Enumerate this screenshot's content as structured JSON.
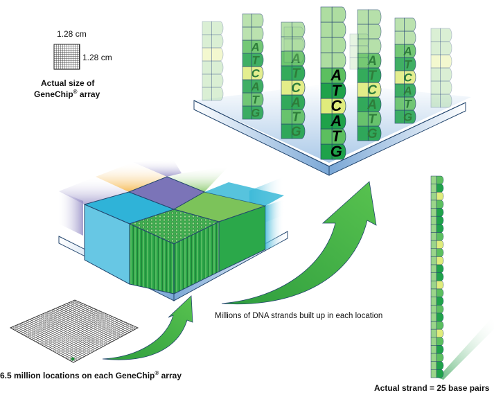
{
  "title": "GeneChip array construction",
  "labels": {
    "width_dim": "1.28 cm",
    "height_dim": "1.28 cm",
    "actual_size_line1": "Actual size of",
    "actual_size_line2_pre": "GeneChip",
    "actual_size_line2_reg": "®",
    "actual_size_line2_post": " array",
    "locations_pre": "6.5 million locations on each GeneChip",
    "locations_reg": "®",
    "locations_post": " array",
    "millions_strands": "Millions of DNA strands built up in each location",
    "actual_strand": "Actual strand = 25 base pairs"
  },
  "strands": {
    "sequence": [
      "A",
      "T",
      "C",
      "A",
      "T",
      "G"
    ],
    "base_pairs": 25
  },
  "colors": {
    "green_dark": "#1fa24a",
    "green_mid": "#5cbf5f",
    "green_light": "#9bd58a",
    "yellow": "#e0ec7c",
    "cyan": "#34b3d6",
    "purple": "#7b74b8",
    "orange": "#f5b64a",
    "plate_blue": "#8fb6de",
    "outline": "#23466e"
  }
}
